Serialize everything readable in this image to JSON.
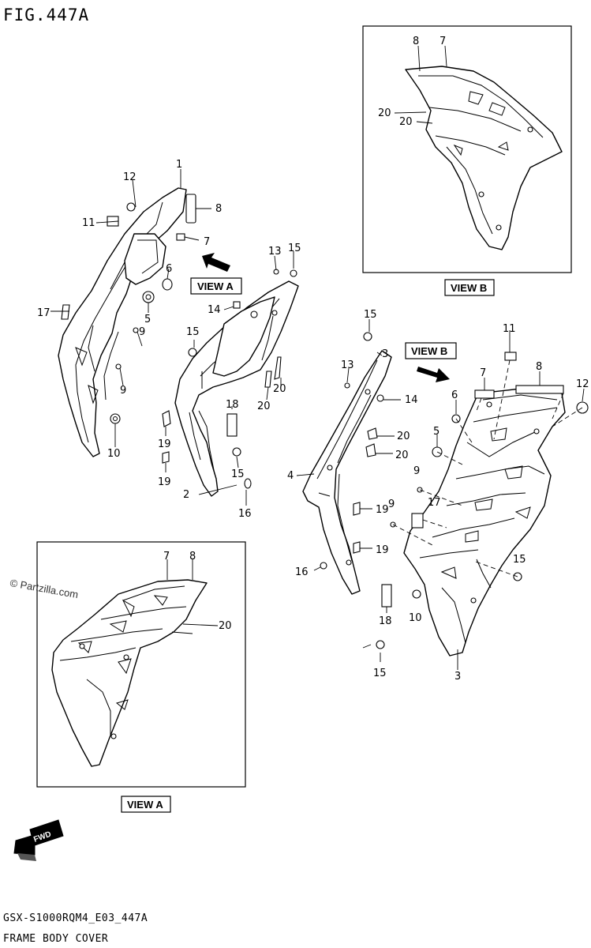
{
  "figure": {
    "title": "FIG.447A",
    "code": "GSX-S1000RQM4_E03_447A",
    "caption": "FRAME BODY COVER"
  },
  "watermark": "© Partzilla.com",
  "views": {
    "view_a": "VIEW A",
    "view_b": "VIEW B"
  },
  "fwd_label": "FWD",
  "callouts": {
    "left_assembly": [
      "1",
      "12",
      "8",
      "11",
      "7",
      "6",
      "5",
      "17",
      "9",
      "9",
      "10"
    ],
    "center_assembly": [
      "13",
      "15",
      "14",
      "15",
      "20",
      "20",
      "18",
      "19",
      "19",
      "15",
      "2",
      "16"
    ],
    "right_assembly": [
      "15",
      "3",
      "13",
      "14",
      "4",
      "20",
      "20",
      "19",
      "19",
      "16",
      "18",
      "15"
    ],
    "right_cover": [
      "11",
      "7",
      "8",
      "12",
      "6",
      "5",
      "9",
      "17",
      "9",
      "15",
      "10",
      "3"
    ],
    "view_b_box": [
      "8",
      "7",
      "20",
      "20"
    ],
    "view_a_box": [
      "7",
      "8",
      "20"
    ]
  },
  "icons": {
    "view_a_arrow": "arrow-up-left-icon",
    "view_b_arrow": "arrow-down-right-icon",
    "forward_badge": "fwd-arrow-icon"
  }
}
